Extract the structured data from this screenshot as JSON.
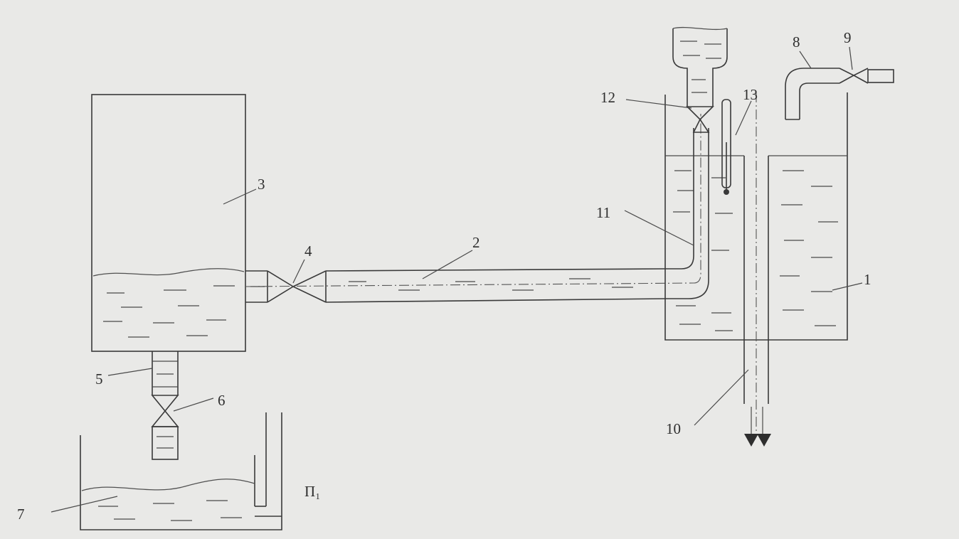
{
  "labels": {
    "n1": "1",
    "n2": "2",
    "n3": "3",
    "n4": "4",
    "n5": "5",
    "n6": "6",
    "n7": "7",
    "n8": "8",
    "n9": "9",
    "n10": "10",
    "n11": "11",
    "n12": "12",
    "n13": "13",
    "p1": "П₁"
  },
  "colors": {
    "ink": "#3a3a3a",
    "paper": "#e9e9e7"
  }
}
